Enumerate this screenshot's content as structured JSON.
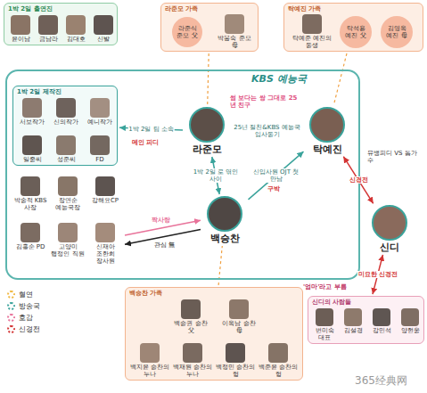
{
  "diagram": {
    "nodes": [
      {
        "text": [
          "1박 2일 출연진"
        ]
      },
      {
        "text": [
          "윤이남"
        ],
        "in": 0
      },
      {
        "text": [
          "금남라"
        ],
        "in": 0
      },
      {
        "text": [
          "김대호"
        ],
        "in": 0
      },
      {
        "text": [
          "신발"
        ],
        "in": 0
      },
      {
        "text": [
          "라준모 가족"
        ]
      },
      {
        "text": [
          "라준식 준모 父"
        ],
        "in": 5
      },
      {
        "text": [
          "박봉숙 준모 母"
        ],
        "in": 5
      },
      {
        "text": [
          "탁예진 가족"
        ]
      },
      {
        "text": [
          "탁석용 예진 父"
        ],
        "in": 8
      },
      {
        "text": [
          "김영옥 예진 母"
        ],
        "in": 8
      },
      {
        "text": [
          "탁예준 예진의 동생"
        ],
        "in": 8
      },
      {
        "text": [
          "KBS 예능국"
        ]
      },
      {
        "text": [
          "1박 2일 제작진"
        ],
        "in": 12
      },
      {
        "text": [
          "서보작가"
        ],
        "in": 13
      },
      {
        "text": [
          "신의작가"
        ],
        "in": 13
      },
      {
        "text": [
          "예니작가"
        ],
        "in": 13
      },
      {
        "text": [
          "일중씨"
        ],
        "in": 13
      },
      {
        "text": [
          "성준씨"
        ],
        "in": 13
      },
      {
        "text": [
          "FD"
        ],
        "in": 13
      },
      {
        "text": [
          "라준모"
        ],
        "in": 12
      },
      {
        "text": [
          "탁예진"
        ],
        "in": 12
      },
      {
        "text": [
          "백승찬"
        ],
        "in": 12
      },
      {
        "text": [
          "박송적 KBS 사장"
        ],
        "in": 12
      },
      {
        "text": [
          "장연순 예능국장"
        ],
        "in": 12
      },
      {
        "text": [
          "강해요CP"
        ],
        "in": 12
      },
      {
        "text": [
          "김홍순 PD"
        ],
        "in": 12
      },
      {
        "text": [
          "고양미 행정인 직원"
        ],
        "in": 12
      },
      {
        "text": [
          "신재아 조한희 장사원"
        ],
        "in": 12
      },
      {
        "text": [
          "신디"
        ]
      },
      {
        "text": [
          "신디의 사람들"
        ]
      },
      {
        "text": [
          "변미숙 대표"
        ],
        "in": 30
      },
      {
        "text": [
          "김설경"
        ],
        "in": 30
      },
      {
        "text": [
          "강민석"
        ],
        "in": 30
      },
      {
        "text": [
          "양현웅"
        ],
        "in": 30
      },
      {
        "text": [
          "백승찬 가족"
        ]
      },
      {
        "text": [
          "백승권 승찬 父"
        ],
        "in": 35
      },
      {
        "text": [
          "이옥남 승찬 母"
        ],
        "in": 35
      },
      {
        "text": [
          "백지윤 승찬의 누나"
        ],
        "in": 35
      },
      {
        "text": [
          "백재원 승찬의 누나"
        ],
        "in": 35
      },
      {
        "text": [
          "백정민 승찬의 형"
        ],
        "in": 35
      },
      {
        "text": [
          "백준윤 승찬의 형"
        ],
        "in": 35
      }
    ],
    "edges": [
      {
        "from": 20,
        "to": 13,
        "label": "1박 2일 팀 소속",
        "arrow": "to"
      },
      {
        "from": 20,
        "to": 21,
        "label": "25년 절친&KBS 예능국 입사동기",
        "arrow": "both"
      },
      {
        "from": 20,
        "to": 22,
        "label": "1박 2일 로 엮인 사이",
        "arrow": "both"
      },
      {
        "from": 22,
        "to": 21,
        "label": "신입사원 OJT 첫 만남",
        "arrow": "to"
      },
      {
        "from": 21,
        "to": 29,
        "label": "신경전",
        "arrow": "both"
      },
      {
        "from": 28,
        "to": 22,
        "label": "짝사랑",
        "arrow": "to"
      },
      {
        "from": 22,
        "to": 28,
        "label": "관심 無",
        "arrow": "to"
      },
      {
        "from": 29,
        "to": 30,
        "label": "미묘한 신경전",
        "arrow": "both"
      },
      {
        "from": 5,
        "to": 20,
        "arrow": "none"
      },
      {
        "from": 8,
        "to": 21,
        "arrow": "none"
      },
      {
        "from": 35,
        "to": 22,
        "arrow": "none"
      }
    ],
    "labels": [
      "메인 피디",
      "썸 보다는 쌍 그대로 25년 친구",
      "구박",
      "뮤뱅피디 VS 톱가수",
      "'엄마'라고 부름",
      "365经典网"
    ],
    "legend": [
      {
        "text": "혈연",
        "color": "#f0b840"
      },
      {
        "text": "방송국",
        "color": "#3aa39b"
      },
      {
        "text": "호감",
        "color": "#e8739a"
      },
      {
        "text": "신경전",
        "color": "#d33333"
      }
    ]
  }
}
